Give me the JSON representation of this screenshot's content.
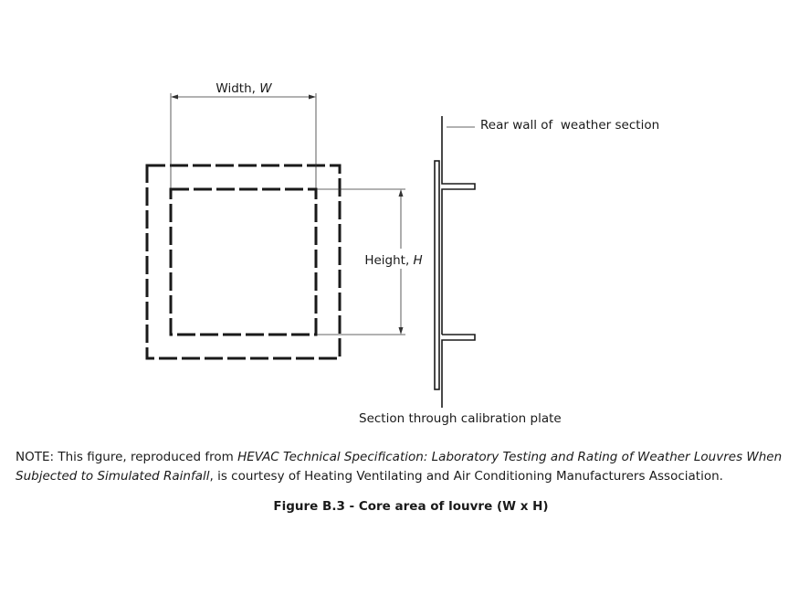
{
  "labels": {
    "width_label": "Width, ",
    "width_symbol": "W",
    "height_label": "Height, ",
    "height_symbol": "H",
    "rear_wall": "Rear wall of  weather section",
    "section": "Section through calibration plate"
  },
  "note": {
    "prefix": "NOTE: This figure, reproduced from ",
    "title_italic": "HEVAC Technical Specification: Laboratory Testing and Rating of Weather Louvres When Subjected to Simulated Rainfall",
    "suffix": ", is courtesy of Heating Ventilating and Air Conditioning Manufacturers Association."
  },
  "caption": "Figure B.3 - Core area of louvre (W x H)"
}
